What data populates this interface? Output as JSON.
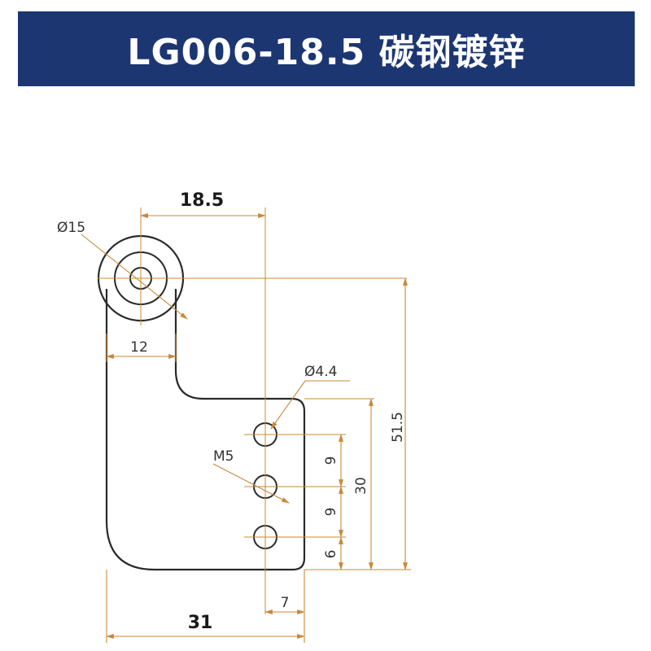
{
  "title": "LG006-18.5 碳钢镀锌",
  "colors": {
    "banner": "#1c3672",
    "dimension": "#c8893a",
    "outline": "#2a2a2a"
  },
  "dimensions": {
    "offset": "18.5",
    "roller_diameter": "Ø15",
    "arm_width": "12",
    "hole_diameter": "Ø4.4",
    "thread": "M5",
    "total_height": "51.5",
    "hole_span": "30",
    "pitch_upper": "9",
    "pitch_lower": "9",
    "bottom_margin": "6",
    "edge_offset": "7",
    "total_width": "31"
  }
}
